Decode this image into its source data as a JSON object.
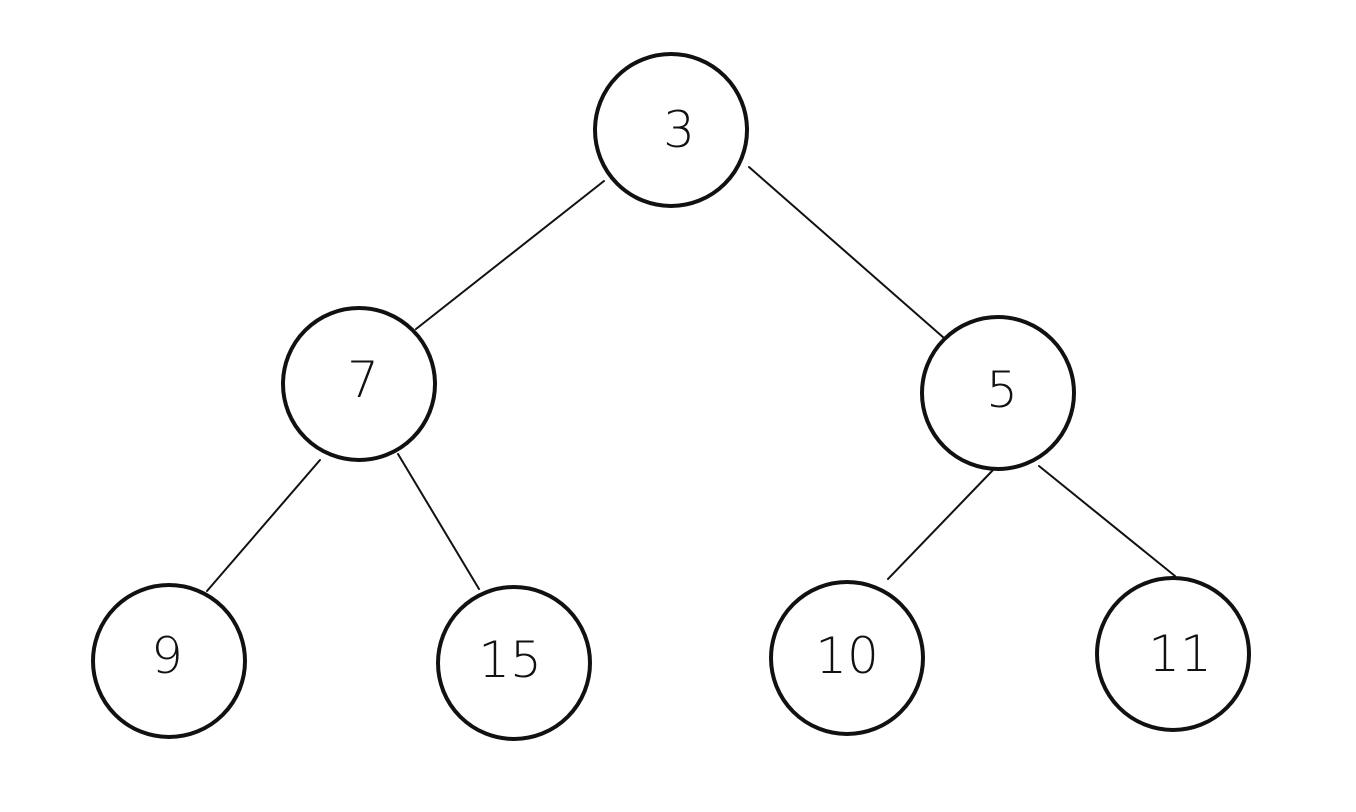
{
  "tree": {
    "nodes": [
      {
        "id": "n3",
        "label": "3"
      },
      {
        "id": "n7",
        "label": "7"
      },
      {
        "id": "n5",
        "label": "5"
      },
      {
        "id": "n9",
        "label": "9"
      },
      {
        "id": "n15",
        "label": "15"
      },
      {
        "id": "n10",
        "label": "10"
      },
      {
        "id": "n11",
        "label": "11"
      }
    ],
    "edges": [
      {
        "from": "3",
        "to": "7"
      },
      {
        "from": "3",
        "to": "5"
      },
      {
        "from": "7",
        "to": "9"
      },
      {
        "from": "7",
        "to": "15"
      },
      {
        "from": "5",
        "to": "10"
      },
      {
        "from": "5",
        "to": "11"
      }
    ]
  }
}
